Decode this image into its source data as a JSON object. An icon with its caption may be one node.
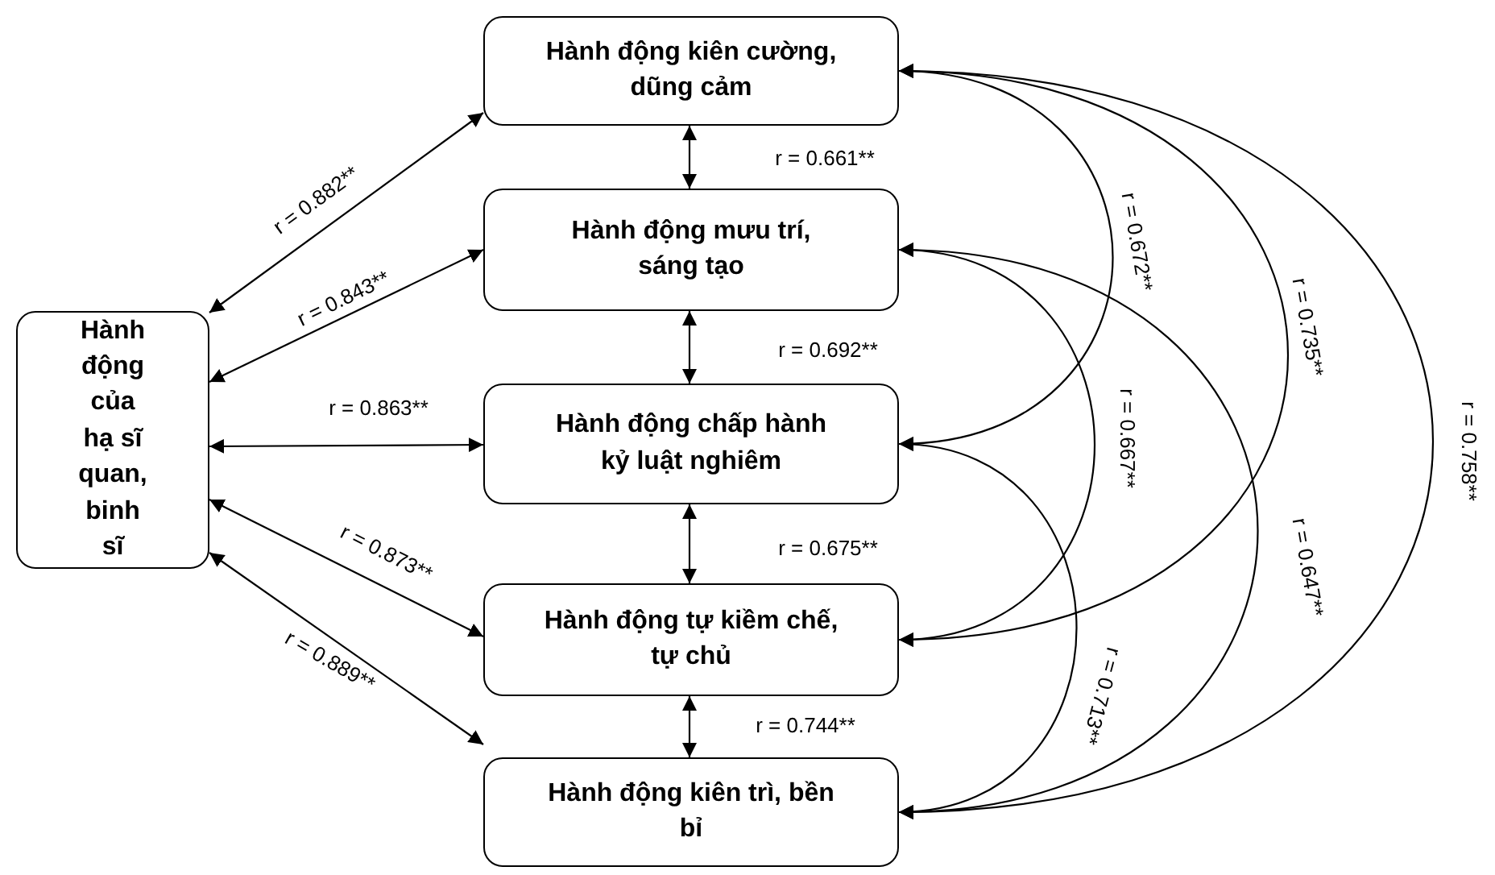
{
  "diagram": {
    "nodes": [
      {
        "text": [
          "Hành động của hạ sĩ quan, binh sĩ"
        ]
      },
      {
        "text": [
          "Hành động kiên cường, dũng cảm"
        ]
      },
      {
        "text": [
          "Hành động mưu trí, sáng tạo"
        ]
      },
      {
        "text": [
          "Hành động chấp hành kỷ luật nghiêm"
        ]
      },
      {
        "text": [
          "Hành động tự kiềm chế, tự chủ"
        ]
      },
      {
        "text": [
          "Hành động kiên trì, bền bỉ"
        ]
      }
    ],
    "edges": [
      {
        "from": 0,
        "to": 1,
        "arrow": "both",
        "label": "r = 0.882**"
      },
      {
        "from": 0,
        "to": 2,
        "arrow": "both",
        "label": "r = 0.843**"
      },
      {
        "from": 0,
        "to": 3,
        "arrow": "both",
        "label": "r = 0.863**"
      },
      {
        "from": 0,
        "to": 4,
        "arrow": "both",
        "label": "r = 0.873**"
      },
      {
        "from": 0,
        "to": 5,
        "arrow": "both",
        "label": "r = 0.889**"
      },
      {
        "from": 1,
        "to": 2,
        "arrow": "both",
        "label": "r = 0.661**"
      },
      {
        "from": 2,
        "to": 3,
        "arrow": "both",
        "label": "r = 0.692**"
      },
      {
        "from": 3,
        "to": 4,
        "arrow": "both",
        "label": "r = 0.675**"
      },
      {
        "from": 4,
        "to": 5,
        "arrow": "both",
        "label": "r = 0.744**"
      },
      {
        "from": 1,
        "to": 3,
        "arrow": "both",
        "label": "r = 0.672**"
      },
      {
        "from": 1,
        "to": 4,
        "arrow": "both",
        "label": "r = 0.735**"
      },
      {
        "from": 1,
        "to": 5,
        "arrow": "both",
        "label": "r = 0.758**"
      },
      {
        "from": 2,
        "to": 4,
        "arrow": "both",
        "label": "r = 0.667**"
      },
      {
        "from": 2,
        "to": 5,
        "arrow": "both",
        "label": "r = 0.647**"
      },
      {
        "from": 3,
        "to": 5,
        "arrow": "both",
        "label": "r = 0.713**"
      }
    ]
  }
}
